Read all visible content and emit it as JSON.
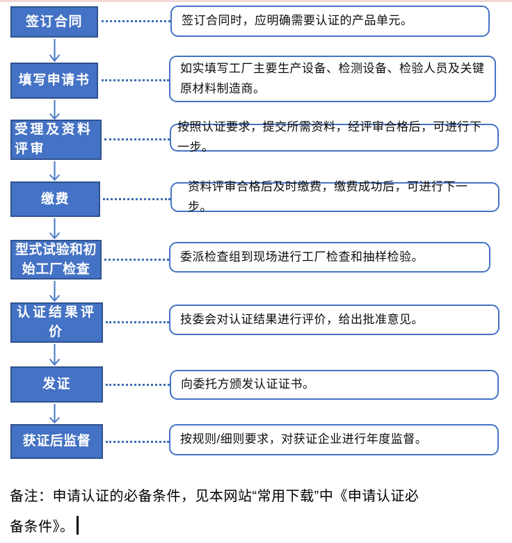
{
  "flow": {
    "steps": [
      {
        "label": "签订合同",
        "desc": "签订合同时，应明确需要认证的产品单元。"
      },
      {
        "label": "填写申请书",
        "desc": "如实填写工厂主要生产设备、检测设备、检验人员及关键原材料制造商。"
      },
      {
        "label": "受理及资料\n评审",
        "desc": "按照认证要求，提交所需资料，经评审合格后，可进行下一步。"
      },
      {
        "label": "缴费",
        "desc": "资料评审合格后及时缴费，缴费成功后，可进行下一步。"
      },
      {
        "label": "型式试验和初\n始工厂检查",
        "desc": "委派检查组到现场进行工厂检查和抽样检验。"
      },
      {
        "label": "认证结果评\n价",
        "desc": "技委会对认证结果进行评价，给出批准意见。"
      },
      {
        "label": "发证",
        "desc": "向委托方颁发认证证书。"
      },
      {
        "label": "获证后监督",
        "desc": "按规则/细则要求，对获证企业进行年度监督。"
      }
    ]
  },
  "note": {
    "line1": "备注：申请认证的必备条件，见本网站“常用下载”中《申请认证必",
    "line2": "备条件》。"
  },
  "colors": {
    "box_fill": "#4472C4",
    "box_border": "#2F528F",
    "card_border": "#4472C4",
    "connector_dots": "#3E6CB5",
    "arrow": "#4C7CC7",
    "top_band": "#f2d8d6"
  }
}
